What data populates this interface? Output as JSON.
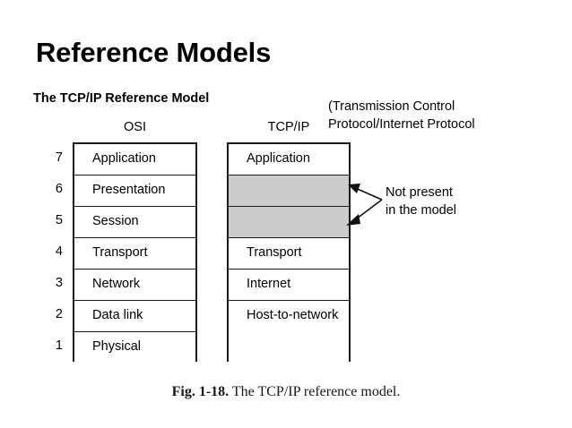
{
  "slide": {
    "title": "Reference Models",
    "subtitle": "The TCP/IP Reference Model",
    "background_color": "#ffffff",
    "text_color": "#000000"
  },
  "acronym_note": {
    "line1": "(Transmission Control",
    "line2": "Protocol/Internet Protocol"
  },
  "diagram": {
    "osi": {
      "caption": "OSI",
      "layer_numbers": [
        "7",
        "6",
        "5",
        "4",
        "3",
        "2",
        "1"
      ],
      "layers": [
        "Application",
        "Presentation",
        "Session",
        "Transport",
        "Network",
        "Data link",
        "Physical"
      ]
    },
    "tcpip": {
      "caption": "TCP/IP",
      "layers": [
        "Application",
        "",
        "",
        "Transport",
        "Internet",
        "Host-to-network"
      ],
      "blank_layer_fill": "#cccccc"
    },
    "annotation": {
      "line1": "Not present",
      "line2": "in the model"
    },
    "border_color": "#1a1a1a"
  },
  "figure_caption": {
    "label": "Fig.  1-18.",
    "text": " The TCP/IP reference model."
  }
}
